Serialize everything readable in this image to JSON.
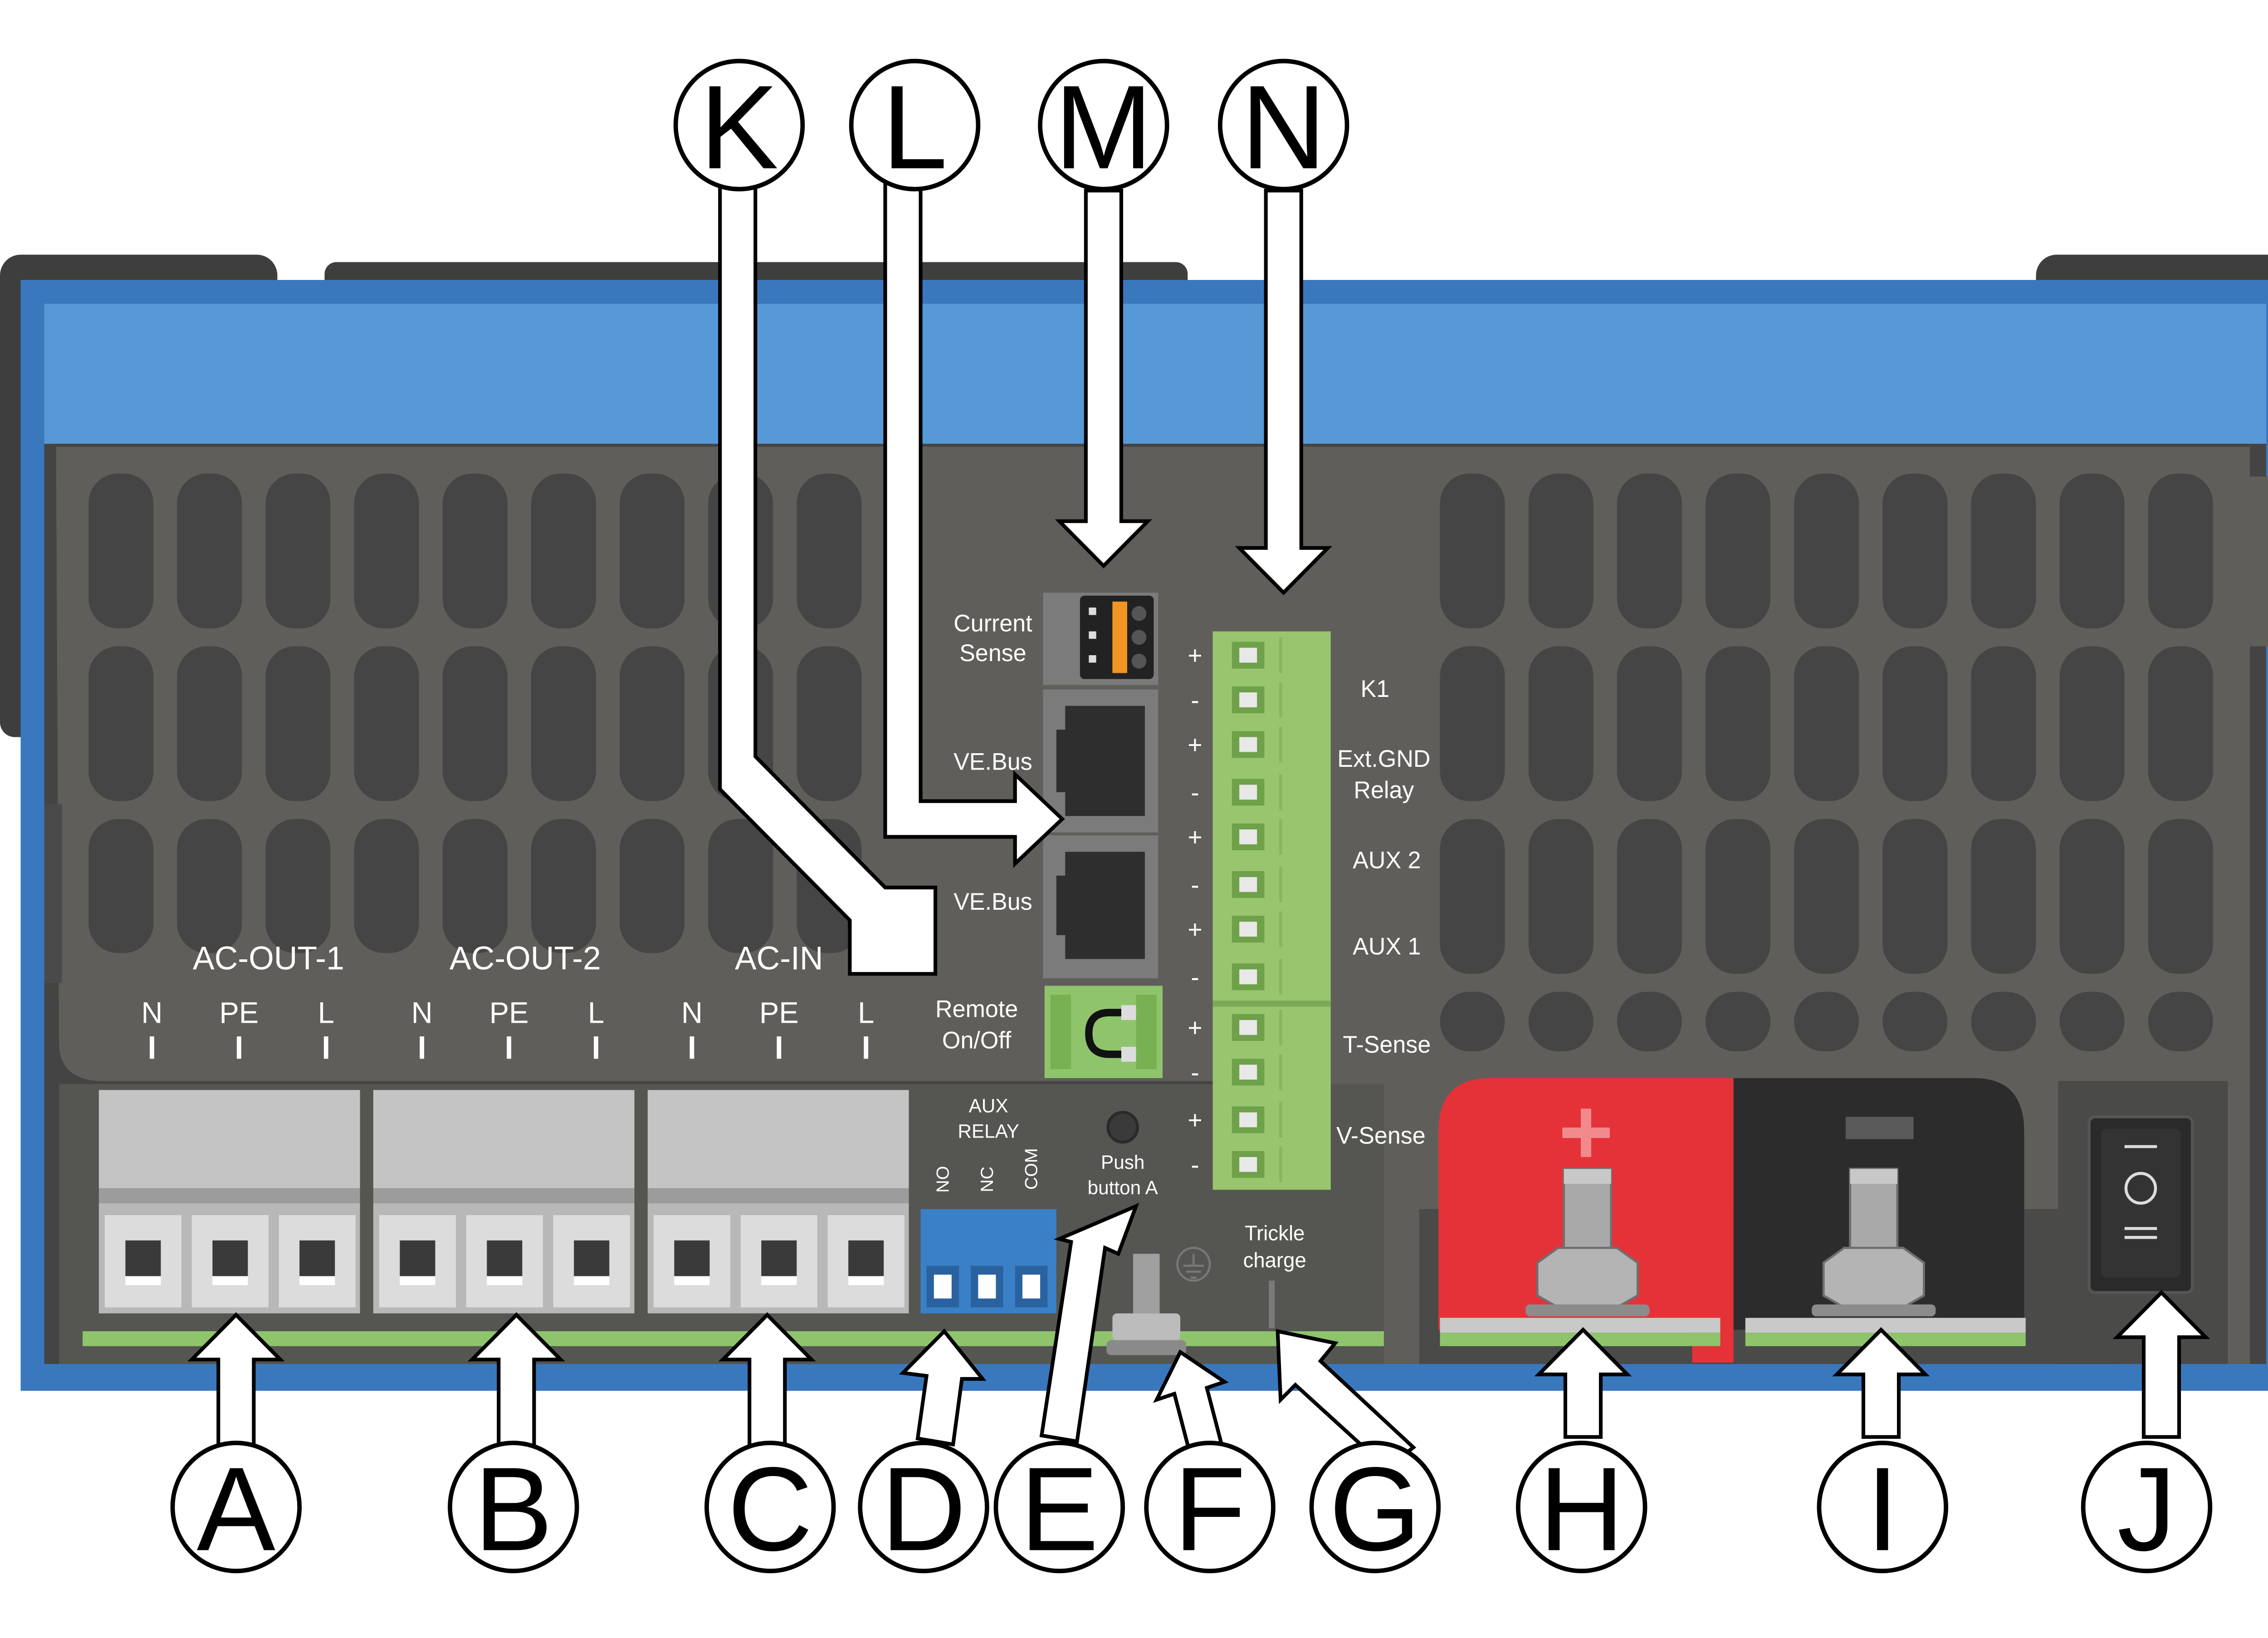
{
  "ac_sections": [
    {
      "label": "AC-OUT-1",
      "terminals": [
        "N",
        "PE",
        "L"
      ]
    },
    {
      "label": "AC-OUT-2",
      "terminals": [
        "N",
        "PE",
        "L"
      ]
    },
    {
      "label": "AC-IN",
      "terminals": [
        "N",
        "PE",
        "L"
      ]
    }
  ],
  "aux_relay": {
    "title_line1": "AUX",
    "title_line2": "RELAY",
    "pins": [
      "NO",
      "NC",
      "COM"
    ]
  },
  "push_button": {
    "line1": "Push",
    "line2": "button A"
  },
  "trickle_charge": {
    "line1": "Trickle",
    "line2": "charge"
  },
  "center_ports": {
    "current_sense_line1": "Current",
    "current_sense_line2": "Sense",
    "vebus_1": "VE.Bus",
    "vebus_2": "VE.Bus",
    "remote_line1": "Remote",
    "remote_line2": "On/Off"
  },
  "terminal_block": {
    "polarity": [
      "+",
      "-",
      "+",
      "-",
      "+",
      "-",
      "+",
      "-",
      "+",
      "-",
      "+",
      "-"
    ],
    "k1": "K1",
    "ext_gnd_line1": "Ext.GND",
    "ext_gnd_line2": "Relay",
    "aux2": "AUX 2",
    "aux1": "AUX 1",
    "t_sense": "T-Sense",
    "v_sense": "V-Sense"
  },
  "battery": {
    "positive_symbol": "+",
    "negative_symbol": "-"
  },
  "callouts": {
    "top": [
      "K",
      "L",
      "M",
      "N"
    ],
    "bottom": [
      "A",
      "B",
      "C",
      "D",
      "E",
      "F",
      "G",
      "H",
      "I",
      "J"
    ]
  },
  "colors": {
    "enclosure_blue": "#3a78bd",
    "lid_blue": "#5799d6",
    "panel_grey": "#5f5e5b",
    "vent_dark": "#454545",
    "terminal_green": "#8fc46c",
    "terminal_block_green": "#98c56d",
    "aux_relay_blue": "#3a80c7",
    "battery_red": "#e53238",
    "battery_black": "#2c2c2c"
  }
}
